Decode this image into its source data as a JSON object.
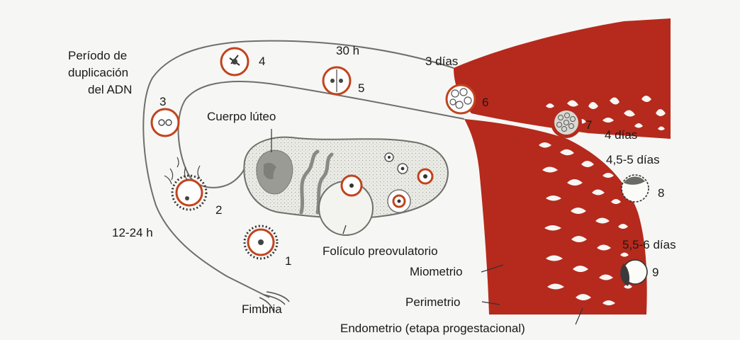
{
  "labels": {
    "periodo_line1": "Período de",
    "periodo_line2": "duplicación",
    "periodo_line3": "del ADN",
    "thirty_h": "30 h",
    "three_days": "3 días",
    "cuerpo_luteo": "Cuerpo lúteo",
    "four_days": "4 días",
    "four_five_days": "4,5-5 días",
    "five_six_days": "5,5-6 días",
    "twelve_24h": "12-24 h",
    "foliculo": "Folículo preovulatorio",
    "miometrio": "Miometrio",
    "perimetrio": "Perimetrio",
    "endometrio": "Endometrio (etapa progestacional)",
    "fimbria": "Fimbria"
  },
  "stages": [
    "1",
    "2",
    "3",
    "4",
    "5",
    "6",
    "7",
    "8",
    "9"
  ],
  "colors": {
    "muscle": "#b52a1c",
    "muscle_dark": "#8e1e12",
    "ring": "#c0441f",
    "ovary": "#e9e9e4",
    "background": "#f6f6f4",
    "ink": "#1a1a1a"
  }
}
